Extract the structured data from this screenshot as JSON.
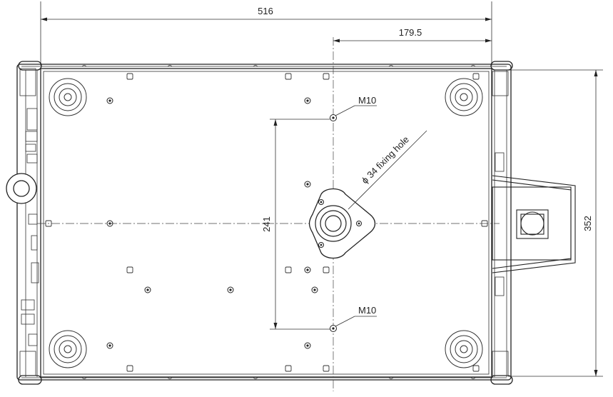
{
  "dimensions": {
    "overall_width": "516",
    "center_offset": "179.5",
    "hole_spacing": "241",
    "overall_depth": "352"
  },
  "annotations": {
    "thread_top": "M10",
    "thread_bottom": "M10",
    "fixing_hole": "ϕ 34 fixing hole"
  }
}
